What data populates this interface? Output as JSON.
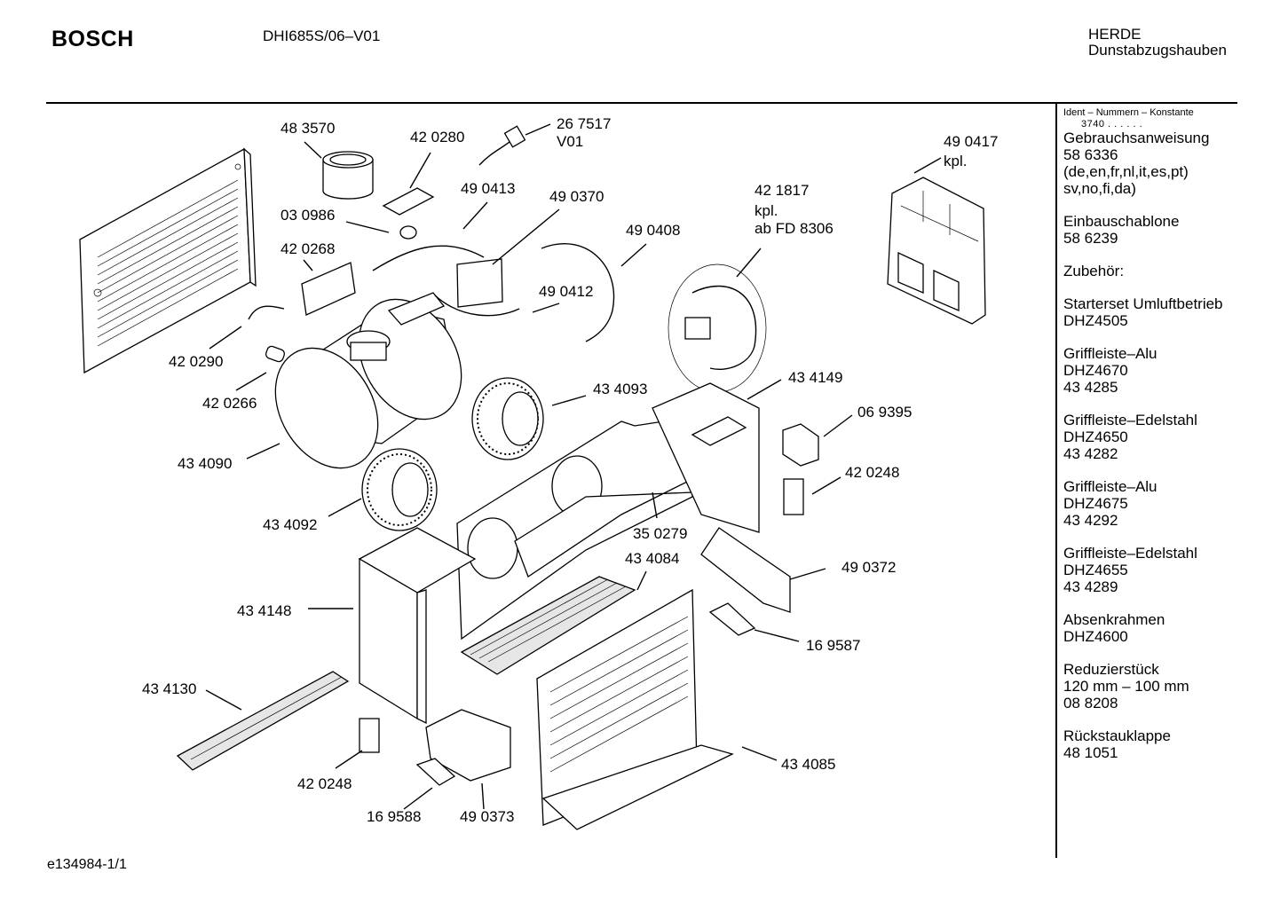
{
  "header": {
    "brand": "BOSCH",
    "model": "DHI685S/06–V01",
    "category_line1": "HERDE",
    "category_line2": "Dunstabzugshauben"
  },
  "footer": {
    "code": "e134984-1/1"
  },
  "sidebar": {
    "ident_label": "Ident – Nummern – Konstante",
    "ident_value": "3740  .  .  .  .  .  .",
    "items": [
      {
        "lines": [
          "Gebrauchsanweisung",
          "58 6336",
          "(de,en,fr,nl,it,es,pt)",
          "sv,no,fi,da)"
        ]
      },
      {
        "lines": [
          "Einbauschablone",
          "58 6239"
        ]
      },
      {
        "lines": [
          "Zubehör:"
        ]
      },
      {
        "lines": [
          "Starterset Umluftbetrieb",
          "DHZ4505"
        ]
      },
      {
        "lines": [
          "Griffleiste–Alu",
          "DHZ4670",
          "43 4285"
        ]
      },
      {
        "lines": [
          "Griffleiste–Edelstahl",
          "DHZ4650",
          "43 4282"
        ]
      },
      {
        "lines": [
          "Griffleiste–Alu",
          "DHZ4675",
          "43 4292"
        ]
      },
      {
        "lines": [
          "Griffleiste–Edelstahl",
          "DHZ4655",
          "43 4289"
        ]
      },
      {
        "lines": [
          "Absenkrahmen",
          "DHZ4600"
        ]
      },
      {
        "lines": [
          "Reduzierstück",
          "120 mm – 100 mm",
          "08 8208"
        ]
      },
      {
        "lines": [
          "Rückstauklappe",
          "48 1051"
        ]
      }
    ]
  },
  "diagram": {
    "part_labels": [
      "48 3570",
      "42 0280",
      "26 7517",
      "V01",
      "49 0413",
      "03 0986",
      "49 0370",
      "42 0268",
      "49 0408",
      "42 1817",
      "kpl.",
      "ab FD 8306",
      "49 0417",
      "kpl.",
      "49 0412",
      "42 0290",
      "42 0266",
      "43 4093",
      "43 4149",
      "06 9395",
      "43 4090",
      "42 0248",
      "35 0279",
      "43 4092",
      "49 0372",
      "43 4084",
      "43 4148",
      "16 9587",
      "43 4130",
      "43 4085",
      "42 0248",
      "16 9588",
      "49 0373"
    ]
  }
}
